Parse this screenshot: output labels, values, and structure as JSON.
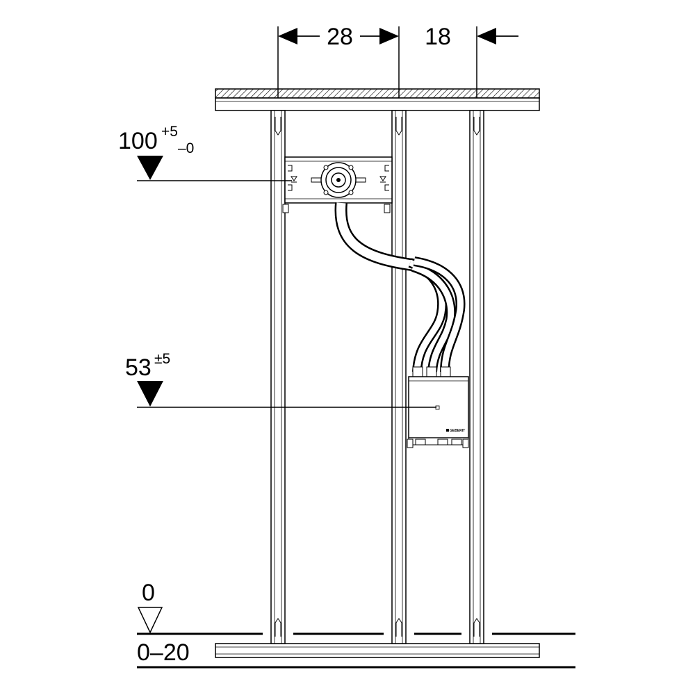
{
  "dimensions": {
    "top_left": "28",
    "top_right": "18"
  },
  "levels": {
    "upper": {
      "value": "100",
      "sup": "+5",
      "sub": "–0"
    },
    "middle": {
      "value": "53",
      "sup": "±5"
    },
    "floor": {
      "value": "0"
    },
    "floor_range": {
      "value": "0–20"
    }
  },
  "brand": {
    "text": "GEBERIT"
  },
  "colors": {
    "line": "#000000",
    "background": "#ffffff",
    "marker": "#000000"
  }
}
